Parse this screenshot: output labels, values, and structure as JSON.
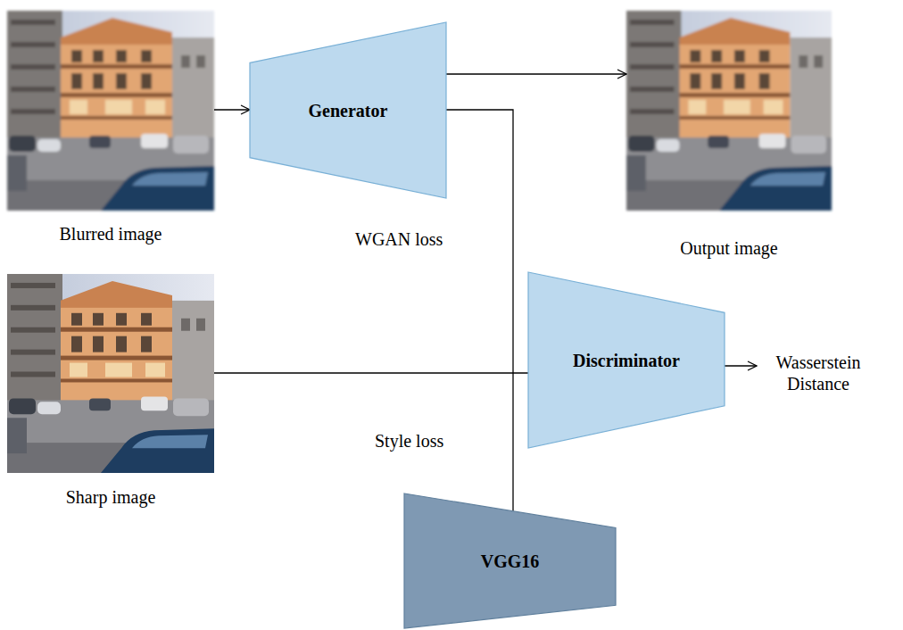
{
  "diagram": {
    "nodes": [
      {
        "text": [
          "Blurred image"
        ]
      },
      {
        "text": [
          "Generator"
        ]
      },
      {
        "text": [
          "Output image"
        ]
      },
      {
        "text": [
          "Sharp image"
        ]
      },
      {
        "text": [
          "Discriminator"
        ]
      },
      {
        "text": [
          "Wasserstein Distance"
        ]
      },
      {
        "text": [
          "VGG16"
        ]
      }
    ],
    "edges": [
      {
        "from": 0,
        "to": 1,
        "arrow": "to"
      },
      {
        "from": 1,
        "to": 2,
        "arrow": "to"
      },
      {
        "from": 1,
        "to": 6,
        "arrow": "none"
      },
      {
        "from": 3,
        "to": 4,
        "arrow": "none"
      },
      {
        "from": 4,
        "to": 5,
        "arrow": "to"
      }
    ],
    "labels": [
      "WGAN loss",
      "Style loss"
    ]
  }
}
